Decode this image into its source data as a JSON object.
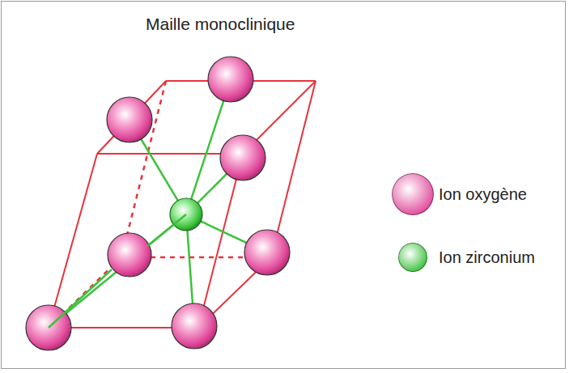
{
  "diagram": {
    "title": "Maille monoclinique",
    "legend": [
      {
        "text": "Ion oxygène",
        "color": "#e0489a"
      },
      {
        "text": "Ion zirconium",
        "color": "#3cc23c"
      }
    ]
  }
}
